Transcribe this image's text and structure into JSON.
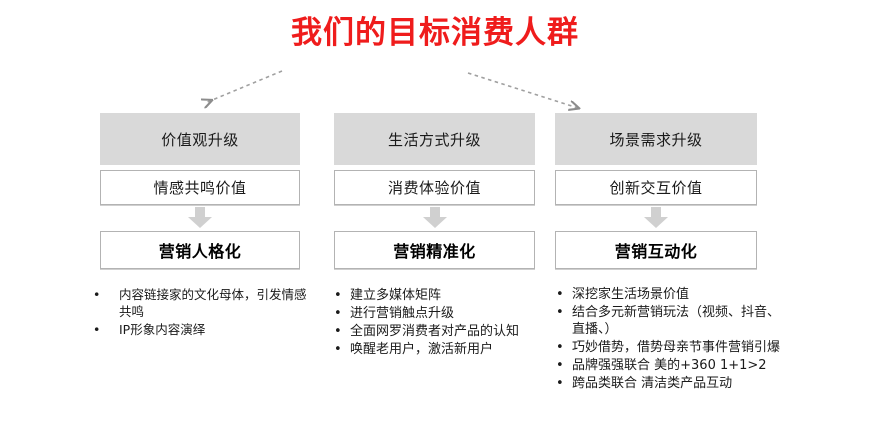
{
  "title": "我们的目标消费人群",
  "colors": {
    "title": "#ef1c1c",
    "header_fill": "#d9d9d9",
    "box_border": "#b3b3b3",
    "arrow_gray": "#a6a6a6",
    "text": "#1a1a1a"
  },
  "columns": [
    {
      "header": "价值观升级",
      "sub": "情感共鸣价值",
      "emphasis": "营销人格化",
      "bullets": [
        "内容链接家的文化母体，引发情感共鸣",
        "IP形象内容演绎"
      ]
    },
    {
      "header": "生活方式升级",
      "sub": "消费体验价值",
      "emphasis": "营销精准化",
      "bullets": [
        "建立多媒体矩阵",
        "进行营销触点升级",
        "全面网罗消费者对产品的认知",
        "唤醒老用户，激活新用户"
      ]
    },
    {
      "header": "场景需求升级",
      "sub": "创新交互价值",
      "emphasis": "营销互动化",
      "bullets": [
        "深挖家生活场景价值",
        "结合多元新营销玩法（视频、抖音、直播、）",
        "巧妙借势，借势母亲节事件营销引爆",
        "品牌强强联合 美的+360 1+1>2",
        "跨品类联合 清洁类产品互动"
      ]
    }
  ],
  "bullet_marker": "•"
}
